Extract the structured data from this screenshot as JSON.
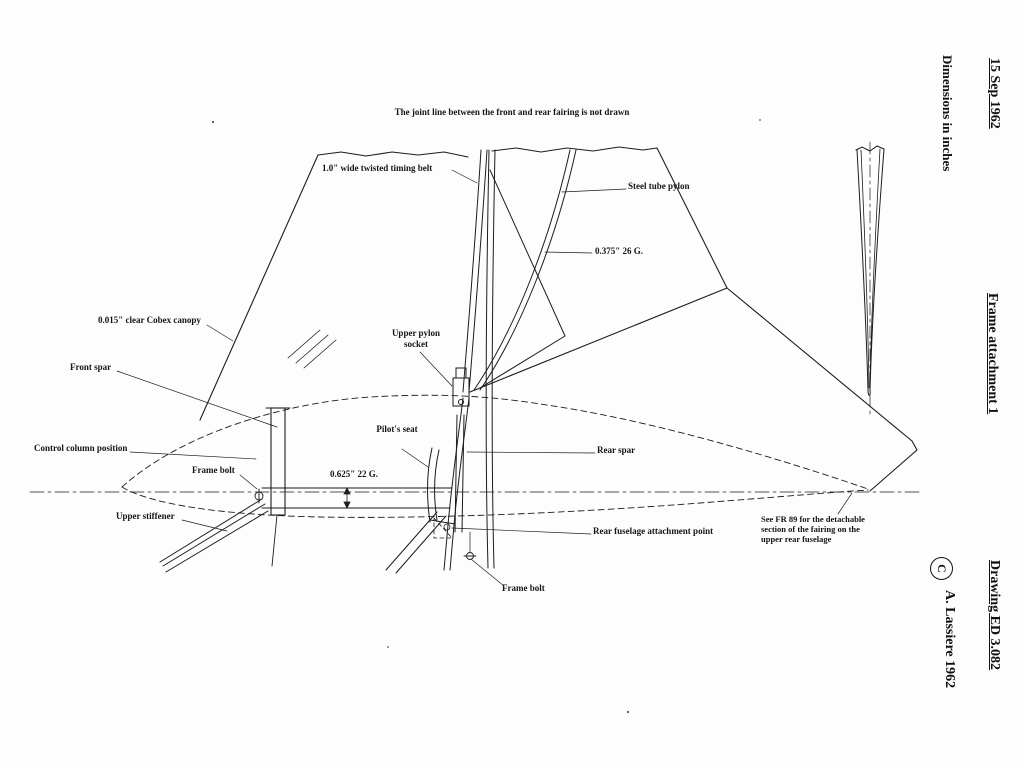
{
  "margin": {
    "date": "15 Sep 1962",
    "dimensions_note": "Dimensions in inches",
    "sheet_title": "Frame attachment 1",
    "drawing_number": "Drawing ED 3.082",
    "copyright_symbol": "C",
    "author_credit": "A. Lassiere  1962"
  },
  "notes": {
    "joint_line": "The joint line between the front and rear fairing is not drawn",
    "see_fr89": "See FR 89 for the detachable section of the fairing on the upper rear fuselage"
  },
  "labels": {
    "timing_belt": "1.0\" wide twisted timing belt",
    "steel_tube_pylon": "Steel tube pylon",
    "pylon_tube_spec": "0.375\"  26 G.",
    "canopy": "0.015\" clear Cobex canopy",
    "front_spar": "Front spar",
    "upper_pylon_socket": "Upper pylon socket",
    "control_column": "Control column position",
    "pilots_seat": "Pilot's seat",
    "rear_spar": "Rear spar",
    "frame_bolt_upper": "Frame bolt",
    "bottom_tube_spec": "0.625\"  22 G.",
    "upper_stiffener": "Upper stiffener",
    "rear_fuselage_attachment": "Rear fuselage attachment point",
    "frame_bolt_lower": "Frame bolt"
  }
}
